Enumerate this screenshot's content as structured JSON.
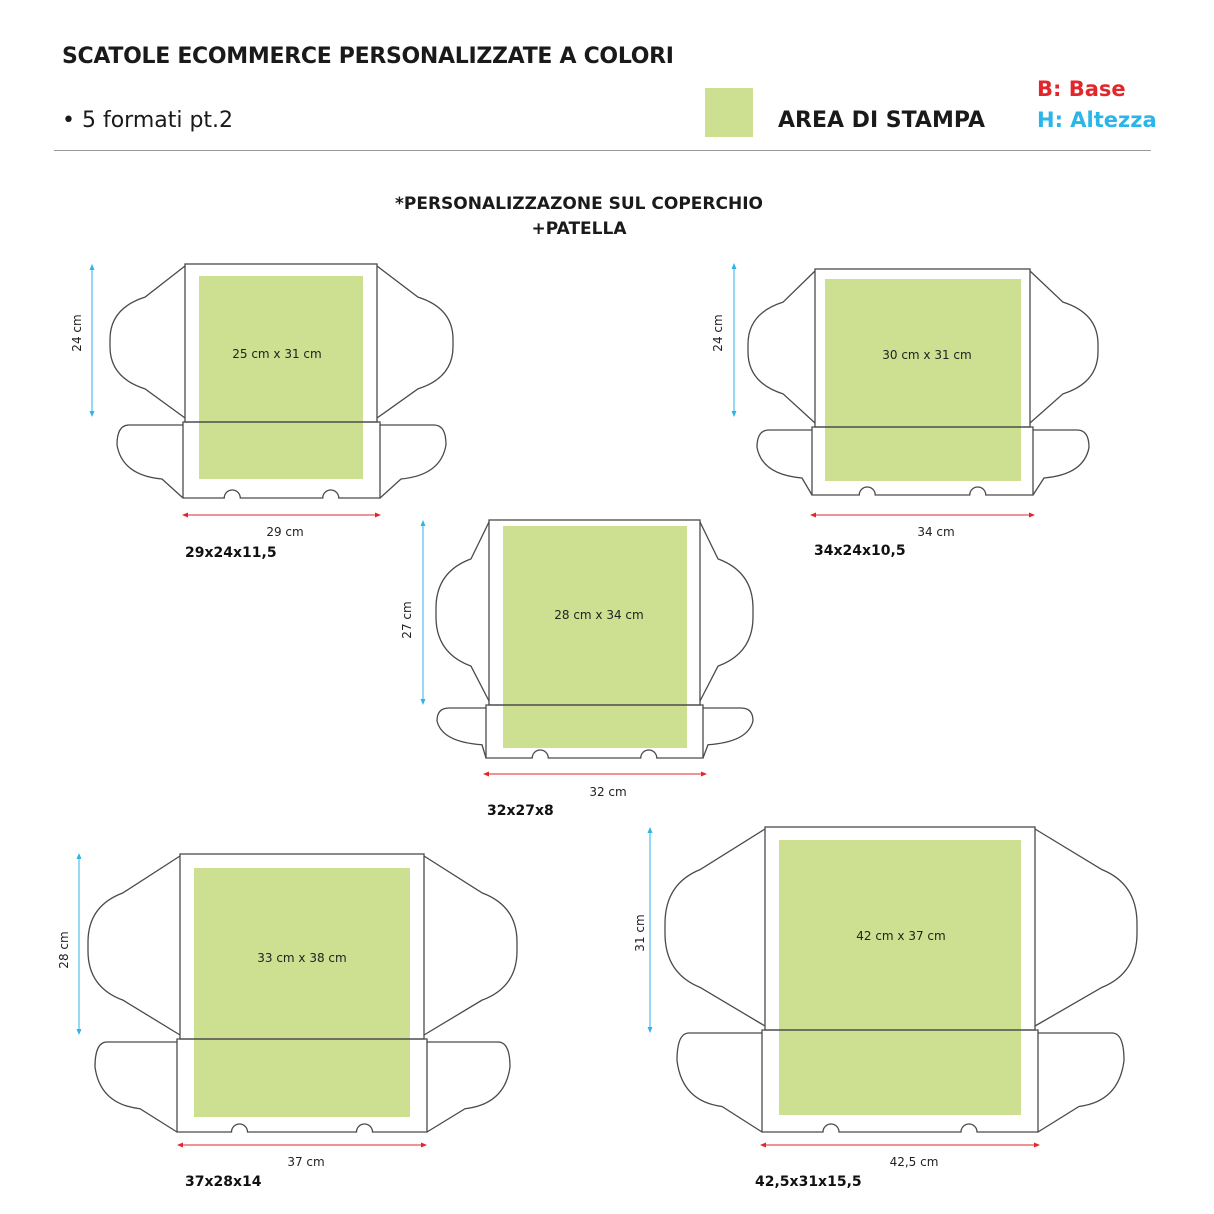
{
  "header": {
    "title": "SCATOLE ECOMMERCE PERSONALIZZATE A COLORI",
    "subtitle": "• 5 formati pt.2",
    "print_area_label": "AREA DI STAMPA",
    "legend_base": "B: Base",
    "legend_height": "H: Altezza",
    "note_line1": "*PERSONALIZZAZONE SUL COPERCHIO",
    "note_line2": "+PATELLA"
  },
  "colors": {
    "print_area": "#cddf91",
    "base_dimension": "#e3262b",
    "height_dimension": "#2bb5e8",
    "outline": "#4a4a4a"
  },
  "boxes": [
    {
      "name": "29x24x11,5",
      "print_area": "25 cm x 31 cm",
      "width_label": "29 cm",
      "height_label": "24 cm"
    },
    {
      "name": "34x24x10,5",
      "print_area": "30 cm x 31 cm",
      "width_label": "34 cm",
      "height_label": "24 cm"
    },
    {
      "name": "32x27x8",
      "print_area": "28 cm x 34 cm",
      "width_label": "32 cm",
      "height_label": "27 cm"
    },
    {
      "name": "37x28x14",
      "print_area": "33 cm x 38 cm",
      "width_label": "37 cm",
      "height_label": "28 cm"
    },
    {
      "name": "42,5x31x15,5",
      "print_area": "42 cm x 37 cm",
      "width_label": "42,5 cm",
      "height_label": "31 cm"
    }
  ]
}
